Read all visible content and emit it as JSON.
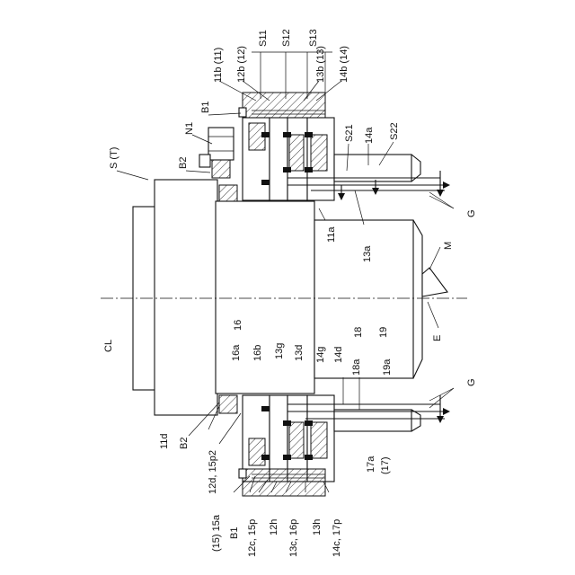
{
  "figure": {
    "labels": {
      "top_dims": [
        "S11",
        "S12",
        "S13"
      ],
      "top_parts": [
        "11b (11)",
        "12b (12)",
        "13b (13)",
        "14b (14)"
      ],
      "top_misc": [
        "B1",
        "N1",
        "S (T)",
        "B2",
        "S21",
        "S22",
        "14a",
        "G",
        "M",
        "11a",
        "13a"
      ],
      "centerline": "CL",
      "center_right": "E",
      "lower_upper": [
        "16a",
        "16",
        "16b",
        "13g",
        "13d",
        "14g",
        "14d",
        "18",
        "19",
        "18a",
        "19a"
      ],
      "lower_left": [
        "11d",
        "B2",
        "12d, 15p2"
      ],
      "lower_right": [
        "17a",
        "(17)",
        "G"
      ],
      "bottom": [
        "(15) 15a",
        "B1",
        "12c, 15p",
        "12h",
        "13c, 16p",
        "13h",
        "14c, 17p"
      ]
    }
  }
}
